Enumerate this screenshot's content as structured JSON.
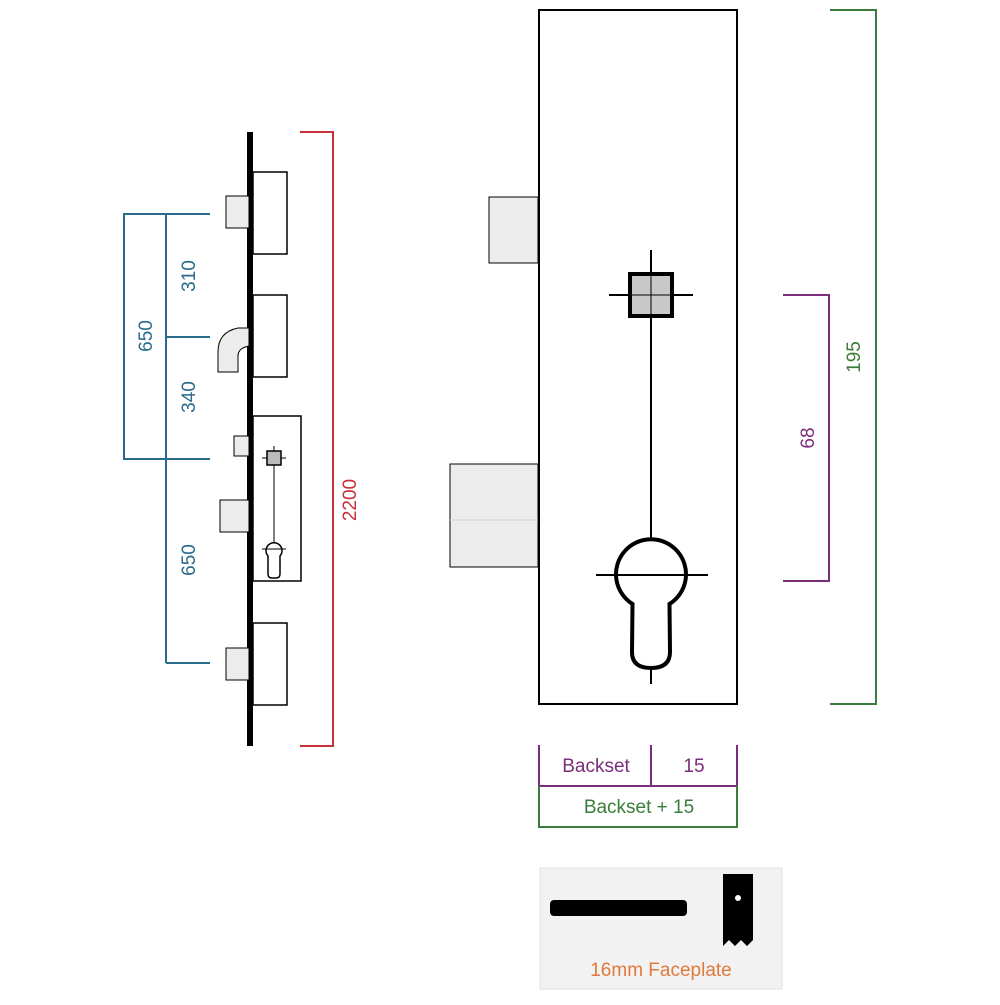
{
  "colors": {
    "blue": "#2a6b8c",
    "red": "#c8303a",
    "purple": "#7b2d7b",
    "green": "#3a7d3a",
    "orange": "#e07a3a",
    "black": "#000000",
    "panel": "#f2f2f2",
    "fill_light": "#ececec"
  },
  "left_diagram": {
    "dim_650_top": "650",
    "dim_310": "310",
    "dim_340": "340",
    "dim_650_bottom": "650",
    "dim_2200": "2200"
  },
  "right_diagram": {
    "dim_68": "68",
    "dim_195": "195",
    "backset_label": "Backset",
    "fifteen_label": "15",
    "backset_plus_label": "Backset + 15"
  },
  "faceplate": {
    "caption": "16mm Faceplate"
  }
}
